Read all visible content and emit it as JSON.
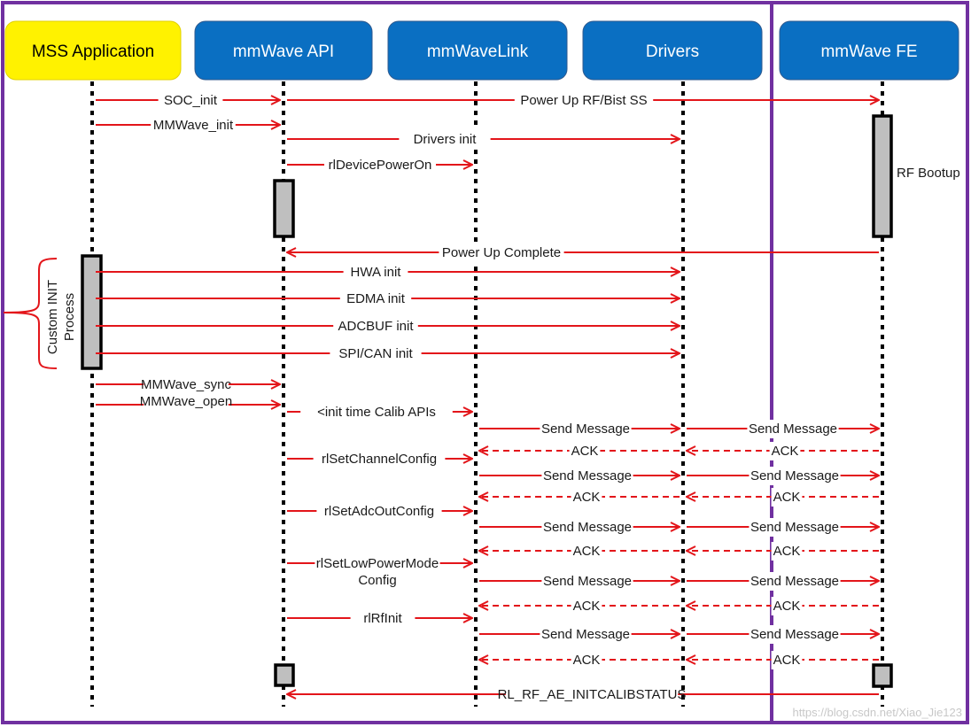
{
  "participants": [
    {
      "key": "mss",
      "label": "MSS Application",
      "color": "#fff200"
    },
    {
      "key": "api",
      "label": "mmWave API",
      "color": "#0a6fc2"
    },
    {
      "key": "link",
      "label": "mmWaveLink",
      "color": "#0a6fc2"
    },
    {
      "key": "drv",
      "label": "Drivers",
      "color": "#0a6fc2"
    },
    {
      "key": "fe",
      "label": "mmWave FE",
      "color": "#0a6fc2"
    }
  ],
  "messages": [
    {
      "label": "SOC_init",
      "from": "mss",
      "to": "api",
      "style": "solid"
    },
    {
      "label": "Power Up RF/Bist SS",
      "from": "api",
      "to": "fe",
      "style": "solid"
    },
    {
      "label": "MMWave_init",
      "from": "mss",
      "to": "api",
      "style": "solid"
    },
    {
      "label": "Drivers init",
      "from": "api",
      "to": "drv",
      "style": "solid"
    },
    {
      "label": "rlDevicePowerOn",
      "from": "api",
      "to": "link",
      "style": "solid"
    },
    {
      "label": "Power Up Complete",
      "from": "fe",
      "to": "api",
      "style": "solid"
    },
    {
      "label": "HWA init",
      "from": "mss",
      "to": "drv",
      "style": "solid"
    },
    {
      "label": "EDMA init",
      "from": "mss",
      "to": "drv",
      "style": "solid"
    },
    {
      "label": "ADCBUF init",
      "from": "mss",
      "to": "drv",
      "style": "solid"
    },
    {
      "label": "SPI/CAN init",
      "from": "mss",
      "to": "drv",
      "style": "solid"
    },
    {
      "label": "MMWave_sync",
      "from": "mss",
      "to": "api",
      "style": "solid"
    },
    {
      "label": "MMWave_open",
      "from": "mss",
      "to": "api",
      "style": "solid"
    },
    {
      "label": "<init time Calib APIs",
      "from": "api",
      "to": "link",
      "style": "solid"
    },
    {
      "label": "Send Message",
      "from": "link",
      "to": "drv",
      "style": "solid"
    },
    {
      "label": "Send Message",
      "from": "drv",
      "to": "fe",
      "style": "solid"
    },
    {
      "label": "ACK",
      "from": "drv",
      "to": "link",
      "style": "dashed"
    },
    {
      "label": "ACK",
      "from": "fe",
      "to": "drv",
      "style": "dashed"
    },
    {
      "label": "rlSetChannelConfig",
      "from": "api",
      "to": "link",
      "style": "solid"
    },
    {
      "label": "Send Message",
      "from": "link",
      "to": "drv",
      "style": "solid"
    },
    {
      "label": "Send Message",
      "from": "drv",
      "to": "fe",
      "style": "solid"
    },
    {
      "label": "ACK",
      "from": "drv",
      "to": "link",
      "style": "dashed"
    },
    {
      "label": "ACK",
      "from": "fe",
      "to": "drv",
      "style": "dashed"
    },
    {
      "label": "rlSetAdcOutConfig",
      "from": "api",
      "to": "link",
      "style": "solid"
    },
    {
      "label": "Send Message",
      "from": "link",
      "to": "drv",
      "style": "solid"
    },
    {
      "label": "Send Message",
      "from": "drv",
      "to": "fe",
      "style": "solid"
    },
    {
      "label": "ACK",
      "from": "drv",
      "to": "link",
      "style": "dashed"
    },
    {
      "label": "ACK",
      "from": "fe",
      "to": "drv",
      "style": "dashed"
    },
    {
      "label": "rlSetLowPowerMode\nConfig",
      "from": "api",
      "to": "link",
      "style": "solid"
    },
    {
      "label": "Send Message",
      "from": "link",
      "to": "drv",
      "style": "solid"
    },
    {
      "label": "Send Message",
      "from": "drv",
      "to": "fe",
      "style": "solid"
    },
    {
      "label": "ACK",
      "from": "drv",
      "to": "link",
      "style": "dashed"
    },
    {
      "label": "ACK",
      "from": "fe",
      "to": "drv",
      "style": "dashed"
    },
    {
      "label": "rlRfInit",
      "from": "api",
      "to": "link",
      "style": "solid"
    },
    {
      "label": "Send Message",
      "from": "link",
      "to": "drv",
      "style": "solid"
    },
    {
      "label": "Send Message",
      "from": "drv",
      "to": "fe",
      "style": "solid"
    },
    {
      "label": "ACK",
      "from": "drv",
      "to": "link",
      "style": "dashed"
    },
    {
      "label": "ACK",
      "from": "fe",
      "to": "drv",
      "style": "dashed"
    },
    {
      "label": "RL_RF_AE_INITCALIBSTATUS",
      "from": "fe",
      "to": "api",
      "style": "solid"
    }
  ],
  "notes": {
    "rf_bootup": "RF Bootup",
    "custom_init": "Custom INIT\nProcess"
  },
  "watermark": "https://blog.csdn.net/Xiao_Jie123",
  "colors": {
    "frame": "#7030a0",
    "arrow": "#e3151a",
    "header_blue": "#0a6fc2",
    "header_yellow": "#fff200",
    "activation": "#bfbfbf"
  }
}
